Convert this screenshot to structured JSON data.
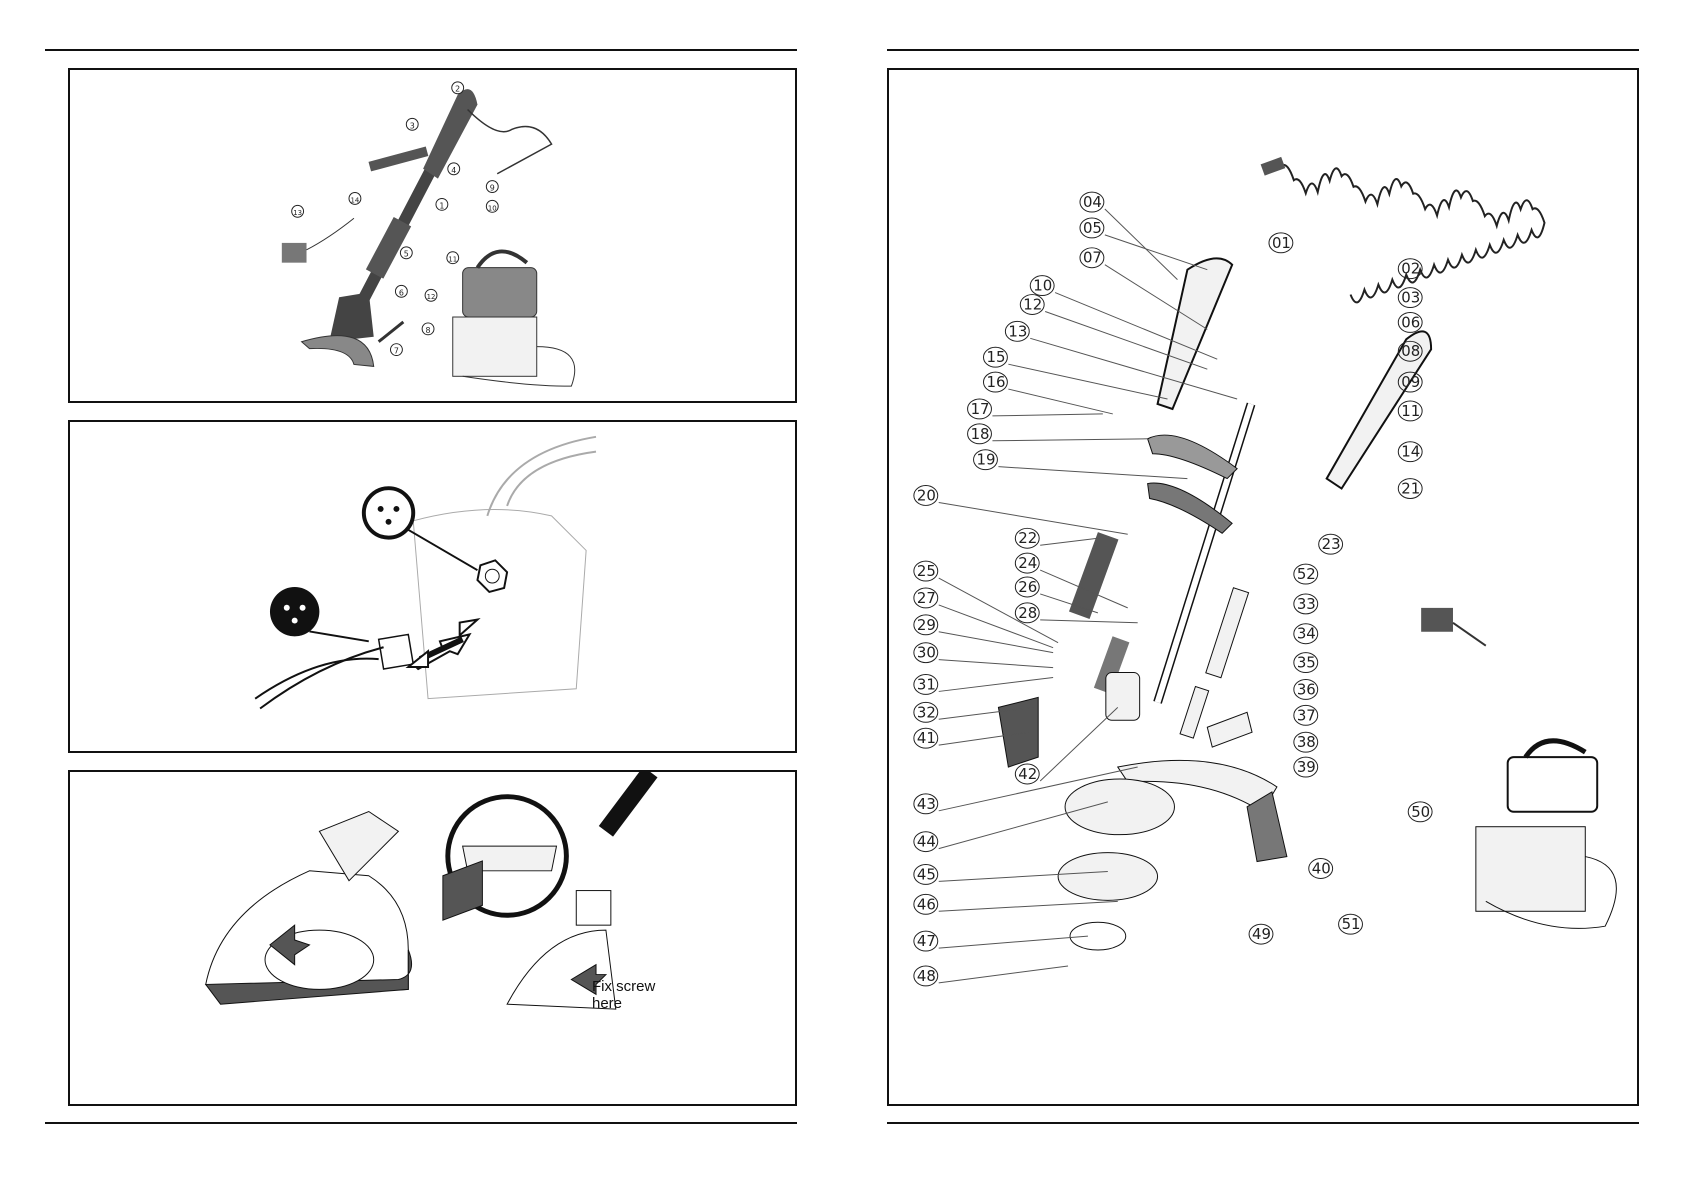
{
  "page_left": {
    "fig1_numbers": [
      "1",
      "2",
      "3",
      "4",
      "5",
      "6",
      "7",
      "8",
      "9",
      "10",
      "11",
      "12",
      "13",
      "14"
    ],
    "fig3_callout_line1": "Fix screw",
    "fig3_callout_line2": "here"
  },
  "page_right": {
    "part_numbers_left": [
      "04",
      "05",
      "07",
      "10",
      "12",
      "13",
      "15",
      "16",
      "17",
      "18",
      "19",
      "20",
      "22",
      "24",
      "26",
      "28",
      "25",
      "27",
      "29",
      "30",
      "31",
      "32",
      "41",
      "42",
      "43",
      "44",
      "45",
      "46",
      "47",
      "48"
    ],
    "part_numbers_right": [
      "01",
      "02",
      "03",
      "06",
      "08",
      "09",
      "11",
      "14",
      "21",
      "23",
      "52",
      "33",
      "34",
      "35",
      "36",
      "37",
      "38",
      "39",
      "50",
      "40",
      "49",
      "51"
    ]
  },
  "colors": {
    "line": "#111111",
    "fill_dark": "#555555",
    "fill_light": "#f2f2f2"
  }
}
